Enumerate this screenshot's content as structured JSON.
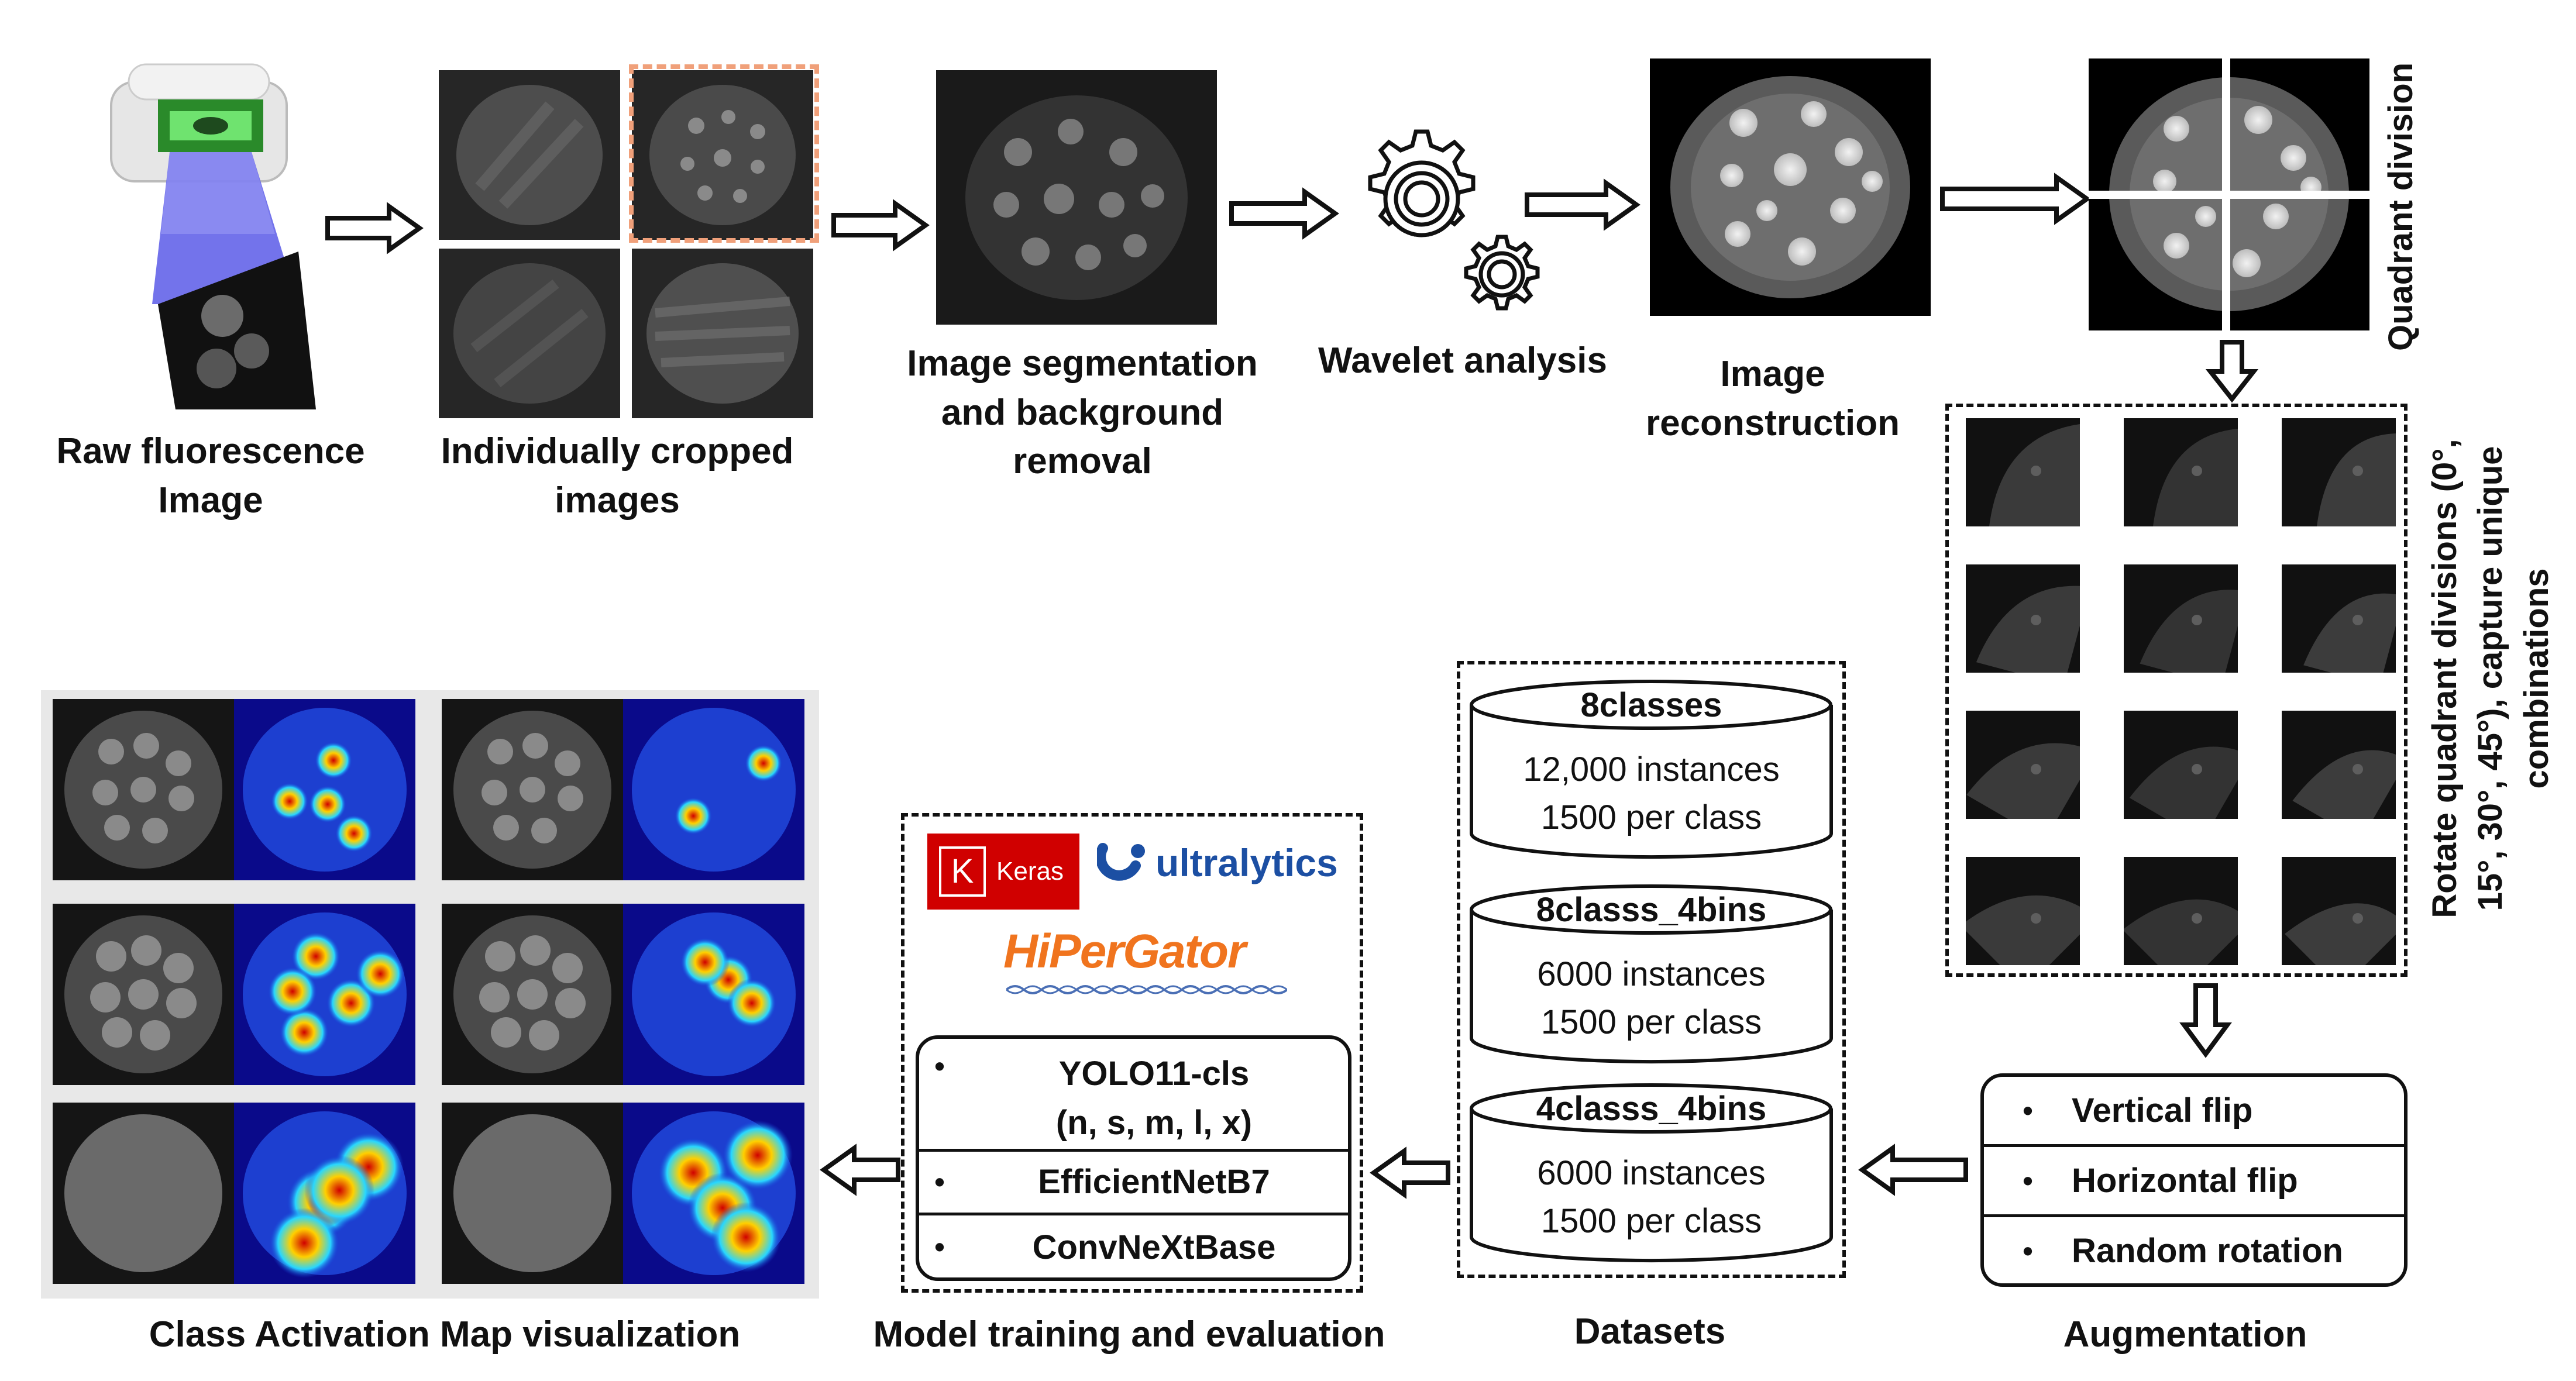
{
  "stages": {
    "raw": "Raw fluorescence\nImage",
    "cropped": "Individually cropped\nimages",
    "segmentation": "Image segmentation\nand background\nremoval",
    "wavelet": "Wavelet analysis",
    "reconstruction": "Image\nreconstruction",
    "quadrant": "Quadrant division",
    "rotate": "Rotate quadrant divisions (0°,\n15°, 30°, 45°), capture unique\ncombinations",
    "augmentation": "Augmentation",
    "datasets": "Datasets",
    "training": "Model training and evaluation",
    "cam": "Class Activation Map  visualization"
  },
  "augmentation_items": [
    "Vertical flip",
    "Horizontal flip",
    "Random rotation"
  ],
  "datasets": [
    {
      "name": "8classes",
      "instances": "12,000 instances",
      "per_class": "1500 per class"
    },
    {
      "name": "8classs_4bins",
      "instances": "6000 instances",
      "per_class": "1500 per class"
    },
    {
      "name": "4classs_4bins",
      "instances": "6000 instances",
      "per_class": "1500 per class"
    }
  ],
  "logos": {
    "keras_k": "K",
    "keras": "Keras",
    "ultralytics": "ultralytics",
    "hipergator": "HiPerGator"
  },
  "models": [
    {
      "line1": "YOLO11-cls",
      "line2": "(n, s, m, l, x)"
    },
    {
      "line1": "EfficientNetB7"
    },
    {
      "line1": "ConvNeXtBase"
    }
  ],
  "bullet": "•",
  "colors": {
    "keras_red": "#d00000",
    "ultralytics_blue": "#1c4fa3",
    "hipergator_orange": "#f0741e",
    "crop_highlight": "#f0a07a"
  }
}
